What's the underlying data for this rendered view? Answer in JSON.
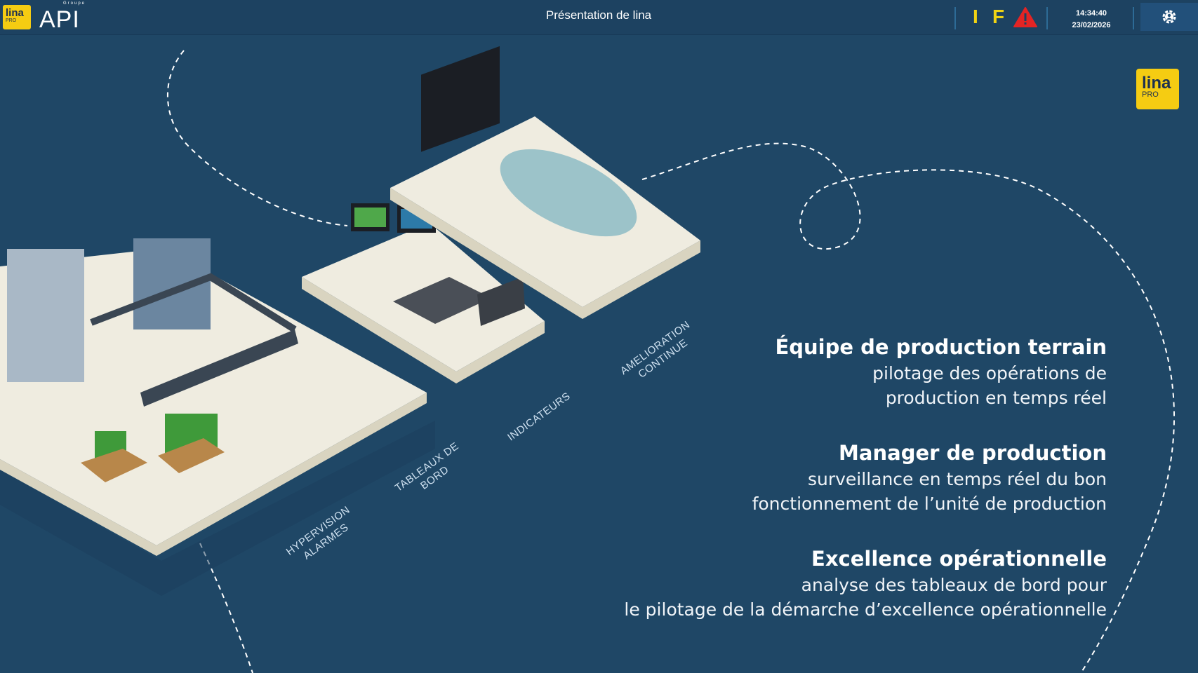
{
  "header": {
    "logo_small": {
      "name": "lina",
      "sub": "PRO"
    },
    "brand": {
      "group": "Groupe",
      "name": "API"
    },
    "title": "Présentation de lina",
    "indicators": [
      "I",
      "F"
    ],
    "time": "14:34:40",
    "date": "23/02/2026"
  },
  "logo_big": {
    "name": "lina",
    "sub": "PRO"
  },
  "labels": {
    "hypervision": [
      "HYPERVISION",
      "ALARMES"
    ],
    "tableaux": [
      "TABLEAUX DE",
      "BORD"
    ],
    "indicateurs": "INDICATEURS",
    "amelioration": [
      "AMELIORATION",
      "CONTINUE"
    ]
  },
  "blocks": [
    {
      "title": "Équipe de production terrain",
      "lines": [
        "pilotage des opérations de",
        "production en temps réel"
      ]
    },
    {
      "title": "Manager de production",
      "lines": [
        "surveillance en temps réel du bon",
        "fonctionnement de l’unité de production"
      ]
    },
    {
      "title": "Excellence opérationnelle",
      "lines": [
        "analyse des tableaux de bord pour",
        "le pilotage de la démarche d’excellence opérationnelle"
      ]
    }
  ],
  "colors": {
    "background": "#1f4766",
    "accent": "#f5cc12",
    "alert": "#e42424"
  }
}
